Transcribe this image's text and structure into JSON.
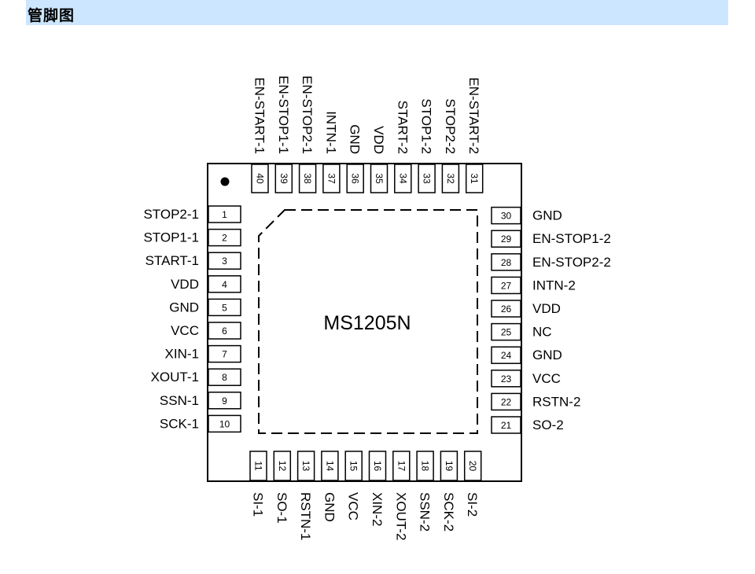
{
  "header": {
    "title": "管脚图"
  },
  "chip": {
    "name": "MS1205N",
    "left_pins": [
      {
        "num": "1",
        "label": "STOP2-1"
      },
      {
        "num": "2",
        "label": "STOP1-1"
      },
      {
        "num": "3",
        "label": "START-1"
      },
      {
        "num": "4",
        "label": "VDD"
      },
      {
        "num": "5",
        "label": "GND"
      },
      {
        "num": "6",
        "label": "VCC"
      },
      {
        "num": "7",
        "label": "XIN-1"
      },
      {
        "num": "8",
        "label": "XOUT-1"
      },
      {
        "num": "9",
        "label": "SSN-1"
      },
      {
        "num": "10",
        "label": "SCK-1"
      }
    ],
    "bottom_pins": [
      {
        "num": "11",
        "label": "SI-1"
      },
      {
        "num": "12",
        "label": "SO-1"
      },
      {
        "num": "13",
        "label": "RSTN-1"
      },
      {
        "num": "14",
        "label": "GND"
      },
      {
        "num": "15",
        "label": "VCC"
      },
      {
        "num": "16",
        "label": "XIN-2"
      },
      {
        "num": "17",
        "label": "XOUT-2"
      },
      {
        "num": "18",
        "label": "SSN-2"
      },
      {
        "num": "19",
        "label": "SCK-2"
      },
      {
        "num": "20",
        "label": "SI-2"
      }
    ],
    "right_pins": [
      {
        "num": "21",
        "label": "SO-2"
      },
      {
        "num": "22",
        "label": "RSTN-2"
      },
      {
        "num": "23",
        "label": "VCC"
      },
      {
        "num": "24",
        "label": "GND"
      },
      {
        "num": "25",
        "label": "NC"
      },
      {
        "num": "26",
        "label": "VDD"
      },
      {
        "num": "27",
        "label": "INTN-2"
      },
      {
        "num": "28",
        "label": "EN-STOP2-2"
      },
      {
        "num": "29",
        "label": "EN-STOP1-2"
      },
      {
        "num": "30",
        "label": "GND"
      }
    ],
    "top_pins": [
      {
        "num": "31",
        "label": "EN-START-2"
      },
      {
        "num": "32",
        "label": "STOP2-2"
      },
      {
        "num": "33",
        "label": "STOP1-2"
      },
      {
        "num": "34",
        "label": "START-2"
      },
      {
        "num": "35",
        "label": "VDD"
      },
      {
        "num": "36",
        "label": "GND"
      },
      {
        "num": "37",
        "label": "INTN-1"
      },
      {
        "num": "38",
        "label": "EN-STOP2-1"
      },
      {
        "num": "39",
        "label": "EN-STOP1-1"
      },
      {
        "num": "40",
        "label": "EN-START-1"
      }
    ]
  }
}
